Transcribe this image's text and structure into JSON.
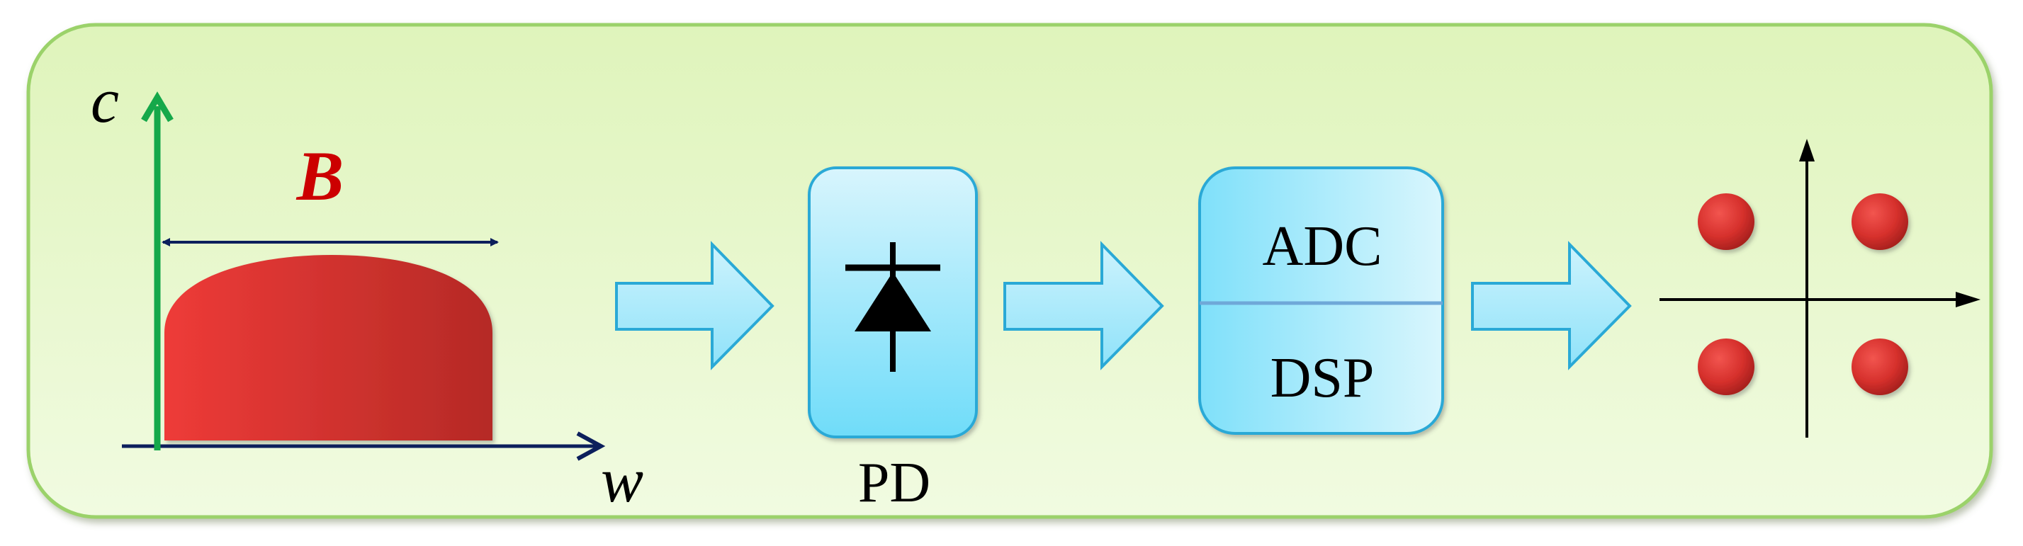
{
  "spectrum": {
    "y_axis_label": "c",
    "x_axis_label": "w",
    "bandwidth_label": "B"
  },
  "photodetector": {
    "label": "PD"
  },
  "processor": {
    "top_label": "ADC",
    "bottom_label": "DSP"
  },
  "constellation": {
    "points": 4
  },
  "colors": {
    "panel_fill": "#e7f7c9",
    "panel_border": "#9bd26a",
    "block_fill": "#8fe4fb",
    "block_border": "#2aa9d6",
    "spectrum_fill": "#d9302e",
    "bandwidth_label": "#cc0000",
    "y_axis": "#15a84a",
    "x_axis": "#0c1f5c"
  }
}
